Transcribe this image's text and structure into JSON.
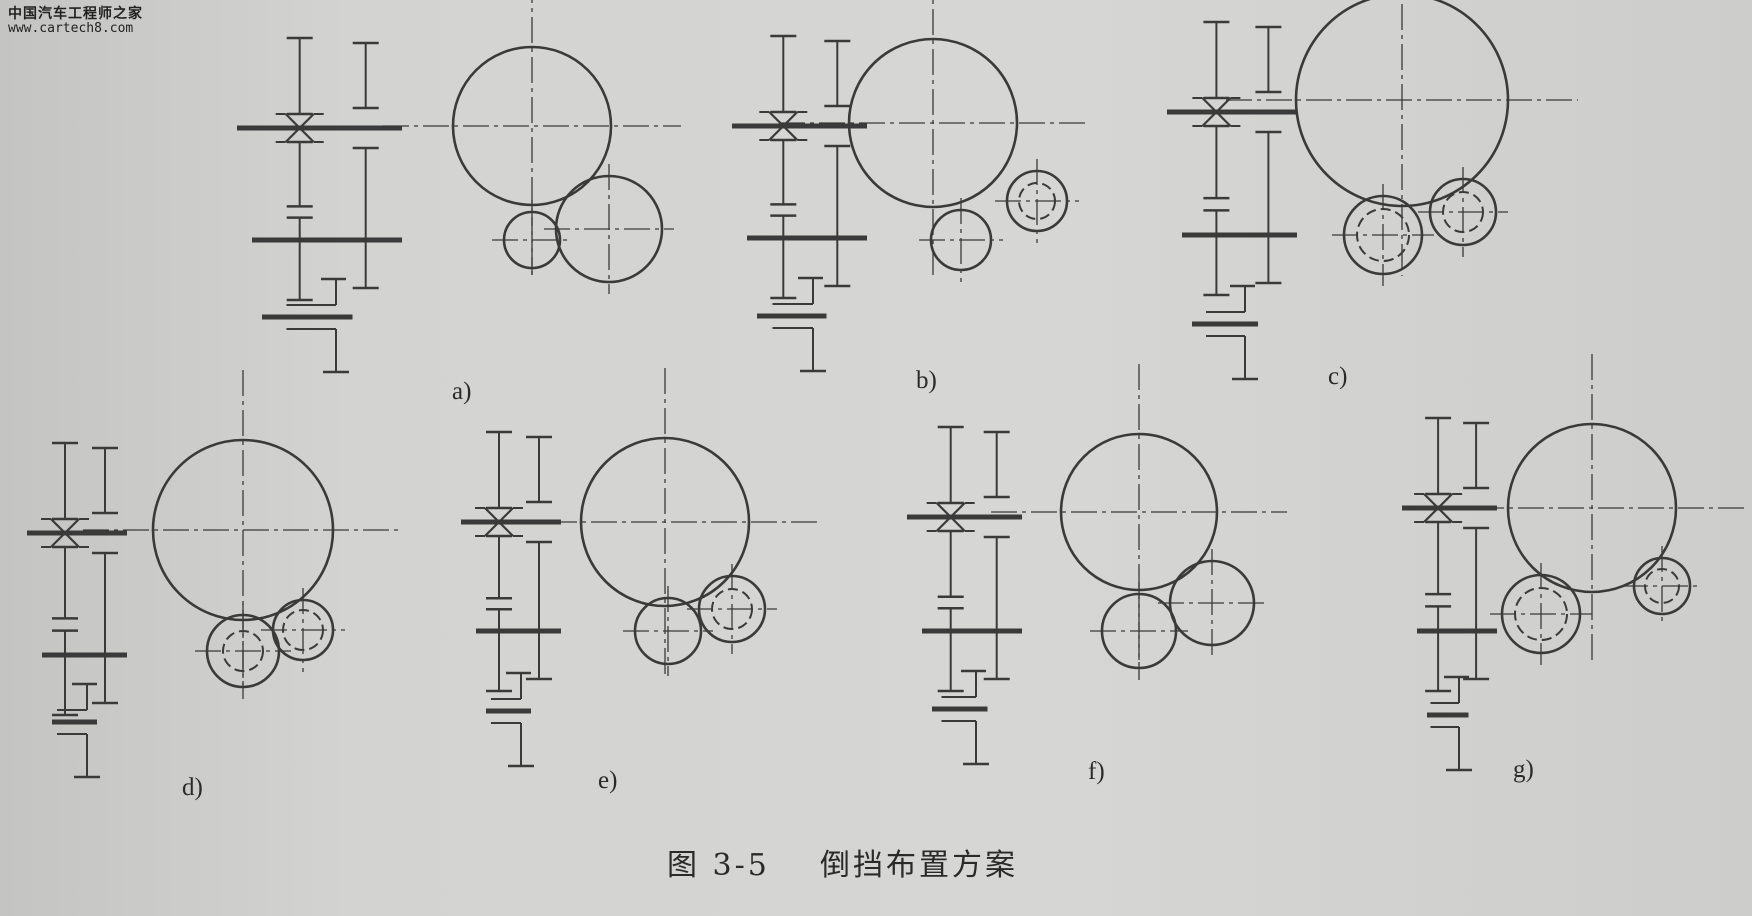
{
  "watermark": {
    "site_name": "中国汽车工程师之家",
    "url": "www.cartech8.com"
  },
  "panels": [
    {
      "id": "a",
      "label": "a)"
    },
    {
      "id": "b",
      "label": "b)"
    },
    {
      "id": "c",
      "label": "c)"
    },
    {
      "id": "d",
      "label": "d)"
    },
    {
      "id": "e",
      "label": "e)"
    },
    {
      "id": "f",
      "label": "f)"
    },
    {
      "id": "g",
      "label": "g)"
    }
  ],
  "caption": {
    "figure_number": "图 3-5",
    "title": "倒挡布置方案"
  },
  "colors": {
    "paper": "#cfcfcd",
    "ink": "#3a3a3a"
  }
}
